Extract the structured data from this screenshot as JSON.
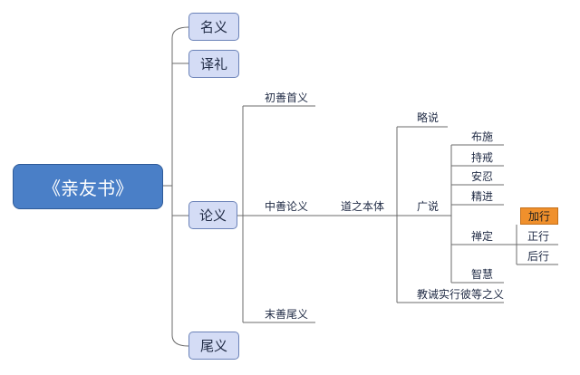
{
  "root": {
    "label": "《亲友书》"
  },
  "level1": {
    "name": "名义",
    "translation": "译礼",
    "body": "论义",
    "end": "尾义"
  },
  "body_sections": {
    "beginning": "初善首义",
    "middle": "中善论义",
    "final": "末善尾义"
  },
  "middle_path": {
    "essence": "道之本体",
    "brief": "略说",
    "extensive": "广说",
    "teaching": "教诫实行彼等之义"
  },
  "extensive_items": {
    "giving": "布施",
    "discipline": "持戒",
    "patience": "安忍",
    "diligence": "精进",
    "meditation": "禅定",
    "wisdom": "智慧"
  },
  "meditation_items": {
    "preparation": "加行",
    "main": "正行",
    "conclusion": "后行"
  },
  "colors": {
    "root_fill": "#4a7fc7",
    "node_fill": "#d4dcf5",
    "line": "#6b6b6b",
    "highlight": "#f0902c"
  }
}
